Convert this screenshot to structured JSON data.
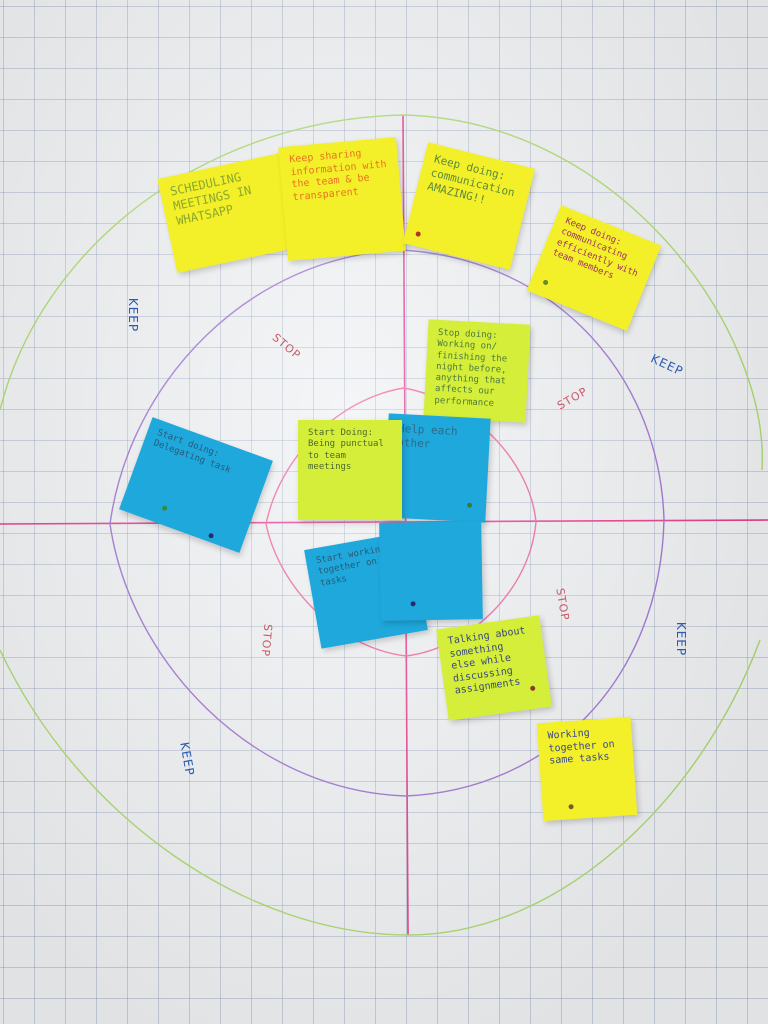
{
  "labels": {
    "keep_top_left": "KEEP",
    "keep_top_right": "KEEP",
    "keep_bottom_right": "KEEP",
    "keep_bottom_left": "KEEP",
    "stop_top_left": "STOP",
    "stop_top_right": "STOP",
    "stop_bottom_right": "STOP",
    "stop_bottom_left": "STOP"
  },
  "notes": {
    "scheduling": "SCHEDULING MEETINGS IN WHATSAPP",
    "sharing": "Keep sharing information with the team & be transparent",
    "communication": "Keep doing: communication AMAZING!!",
    "efficiently": "Keep doing: communicating efficiently with team members",
    "stop_doing": "Stop doing: Working on/ finishing the night before, anything that affects our performance",
    "start_doing": "Start Doing: Being punctual to team meetings",
    "help_each_other": "Help each other",
    "blue_left": "Start doing: Delegating task",
    "blue_bottom": "Start working together on the tasks",
    "talking": "Talking about something else while discussing assignments",
    "working_together": "Working together on same tasks"
  },
  "colors": {
    "yellow_note": "#f3f02a",
    "lime_note": "#d4ee3a",
    "blue_note": "#1fa8dc",
    "axis_line": "#e8308a",
    "outer_ring": "#a9d86a",
    "middle_ring": "#9a6ad0",
    "inner_ring": "#ef5c9c"
  }
}
